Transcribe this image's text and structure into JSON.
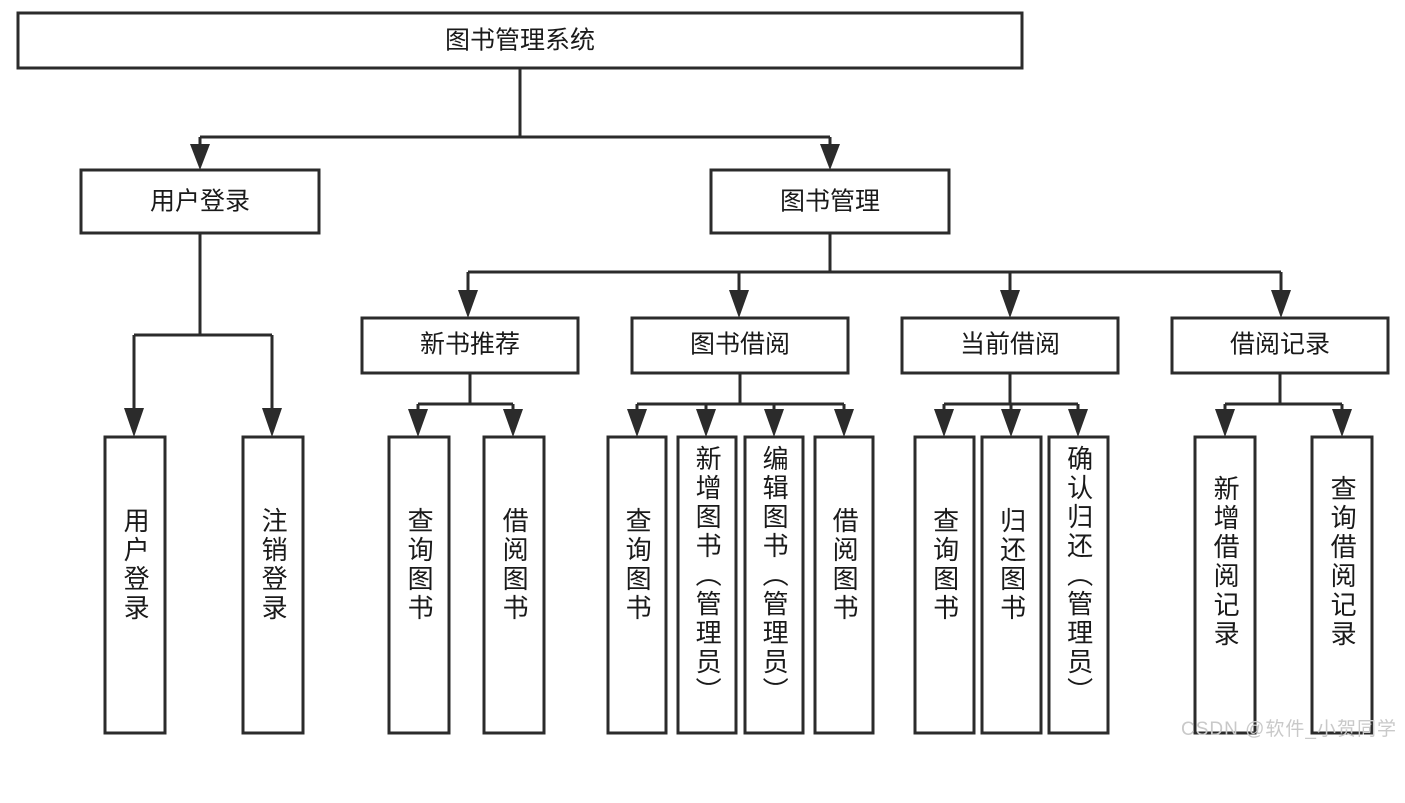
{
  "diagram": {
    "type": "tree",
    "title_node": {
      "label": "图书管理系统"
    },
    "level2": [
      {
        "id": "user-login",
        "label": "用户登录"
      },
      {
        "id": "book-management",
        "label": "图书管理"
      }
    ],
    "level3": [
      {
        "id": "new-book-recommend",
        "label": "新书推荐",
        "parent": "book-management"
      },
      {
        "id": "book-borrow",
        "label": "图书借阅",
        "parent": "book-management"
      },
      {
        "id": "current-borrow",
        "label": "当前借阅",
        "parent": "book-management"
      },
      {
        "id": "borrow-record",
        "label": "借阅记录",
        "parent": "book-management"
      }
    ],
    "leaves": [
      {
        "id": "leaf-user-login",
        "label": "用户登录",
        "parent": "user-login"
      },
      {
        "id": "leaf-user-logout",
        "label": "注销登录",
        "parent": "user-login"
      },
      {
        "id": "leaf-query-book-1",
        "label": "查询图书",
        "parent": "new-book-recommend"
      },
      {
        "id": "leaf-borrow-book-1",
        "label": "借阅图书",
        "parent": "new-book-recommend"
      },
      {
        "id": "leaf-query-book-2",
        "label": "查询图书",
        "parent": "book-borrow"
      },
      {
        "id": "leaf-add-book",
        "label": "新增图书（管理员）",
        "parent": "book-borrow"
      },
      {
        "id": "leaf-edit-book",
        "label": "编辑图书（管理员）",
        "parent": "book-borrow"
      },
      {
        "id": "leaf-borrow-book-2",
        "label": "借阅图书",
        "parent": "book-borrow"
      },
      {
        "id": "leaf-query-book-3",
        "label": "查询图书",
        "parent": "current-borrow"
      },
      {
        "id": "leaf-return-book",
        "label": "归还图书",
        "parent": "current-borrow"
      },
      {
        "id": "leaf-confirm-return",
        "label": "确认归还（管理员）",
        "parent": "current-borrow"
      },
      {
        "id": "leaf-add-record",
        "label": "新增借阅记录",
        "parent": "borrow-record"
      },
      {
        "id": "leaf-query-record",
        "label": "查询借阅记录",
        "parent": "borrow-record"
      }
    ],
    "colors": {
      "line": "#2b2b2b",
      "box_fill": "#ffffff",
      "text": "#1a1a1a",
      "watermark": "#c9c9c9",
      "background": "#ffffff"
    }
  },
  "watermark": {
    "text": "CSDN @软件_小贺同学"
  }
}
